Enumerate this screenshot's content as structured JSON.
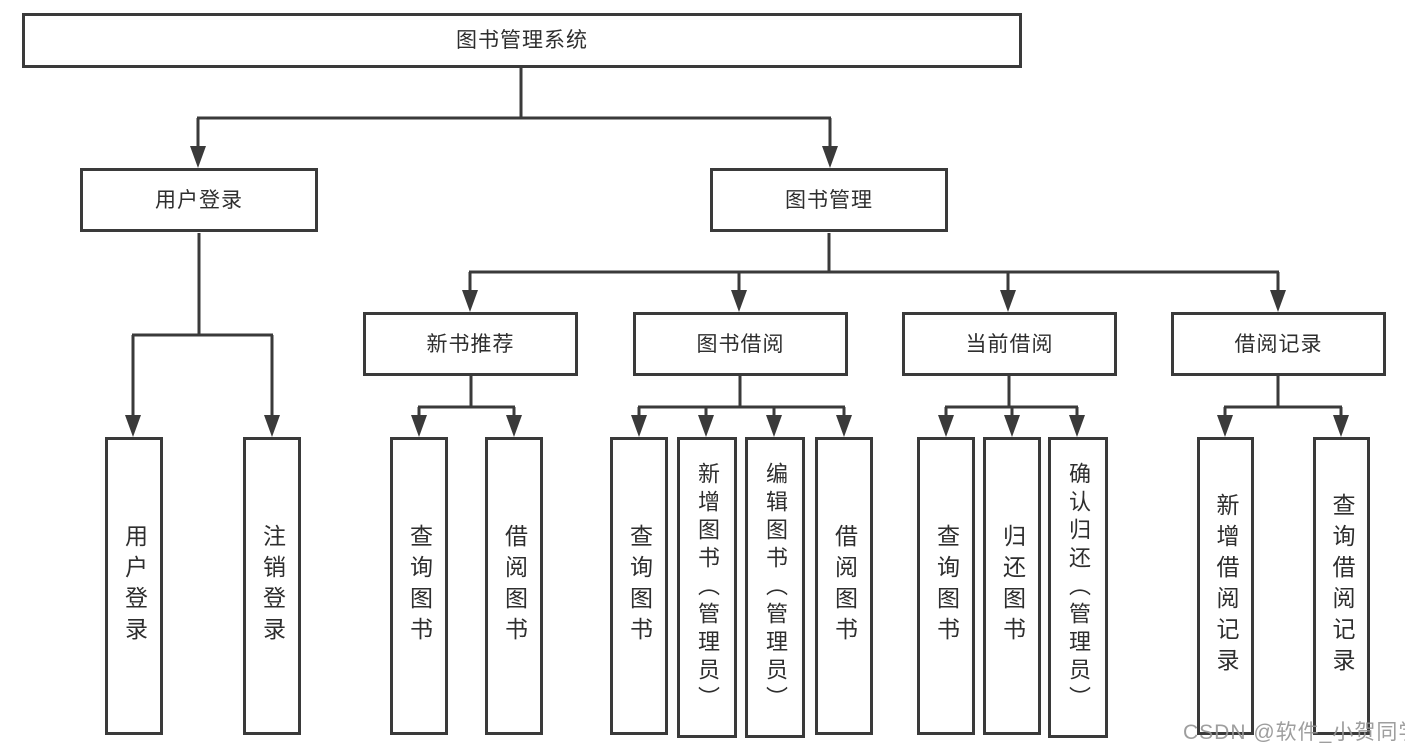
{
  "diagram": {
    "title": "图书管理系统",
    "branches": {
      "user_login": {
        "label": "用户登录",
        "children": [
          "用户登录",
          "注销登录"
        ]
      },
      "book_mgmt": {
        "label": "图书管理"
      }
    },
    "sections": [
      {
        "label": "新书推荐",
        "children": [
          "查询图书",
          "借阅图书"
        ]
      },
      {
        "label": "图书借阅",
        "children": [
          "查询图书",
          "新增图书（管理员）",
          "编辑图书（管理员）",
          "借阅图书"
        ]
      },
      {
        "label": "当前借阅",
        "children": [
          "查询图书",
          "归还图书",
          "确认归还（管理员）"
        ]
      },
      {
        "label": "借阅记录",
        "children": [
          "新增借阅记录",
          "查询借阅记录"
        ]
      }
    ],
    "colors": {
      "line": "#3a3a3a",
      "node_border": "#3a3a3a",
      "node_fill": "#ffffff",
      "text": "#2e2e2e",
      "watermark": "#969696"
    }
  },
  "watermark": {
    "text": "CSDN @软件_小贺同学"
  }
}
